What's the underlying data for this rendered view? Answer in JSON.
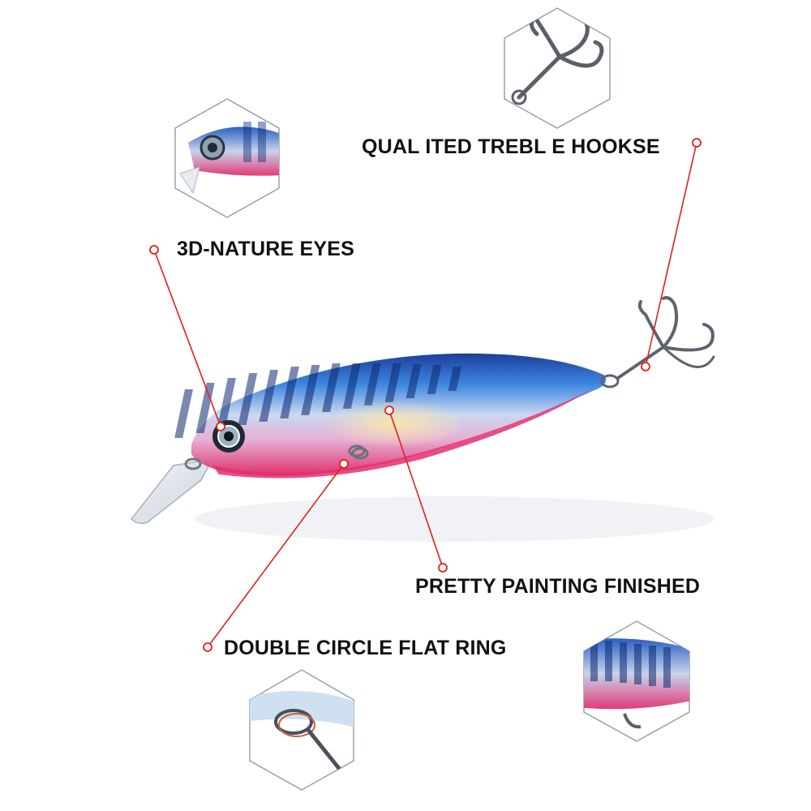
{
  "callouts": {
    "hooks": "QUAL ITED TREBL E HOOKSE",
    "eyes": "3D-NATURE EYES",
    "painting": "PRETTY PAINTING FINISHED",
    "ring": "DOUBLE CIRCLE FLAT RING"
  },
  "colors": {
    "accent_line": "#e0201c",
    "lure_blue": "#2a62c8",
    "lure_pink": "#e8306e",
    "text": "#111111"
  }
}
